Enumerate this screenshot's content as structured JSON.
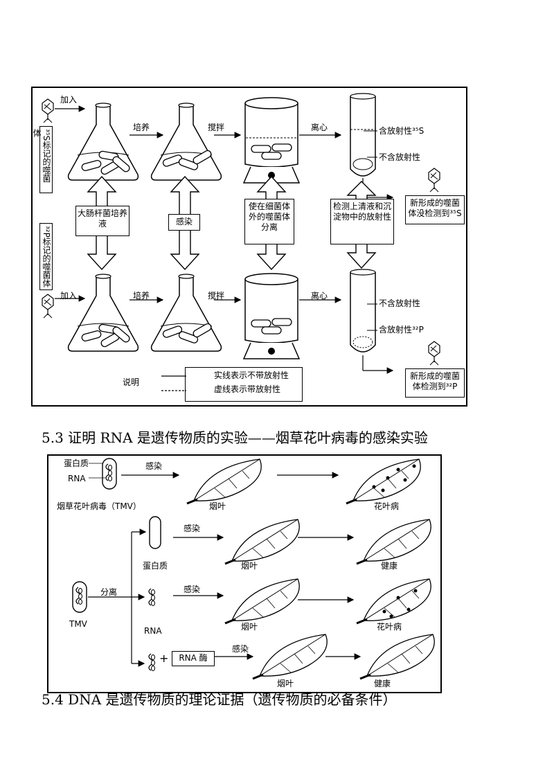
{
  "figure1": {
    "add_label": "加入",
    "phage_s_label": "³⁵S标记的噬菌体",
    "phage_p_label": "³²P标记的噬菌体",
    "culture_label": "培养",
    "stir_label": "搅拌",
    "centrifuge_label": "离心",
    "ecoli_medium": "大肠杆菌培养液",
    "infect": "感染",
    "separate": "使在细菌体外的噬菌体分离",
    "detect": "检测上清液和沉淀物中的放射性",
    "top_tube_upper": "含放射性³⁵S",
    "top_tube_lower": "不含放射性",
    "bottom_tube_upper": "不含放射性",
    "bottom_tube_lower": "含放射性³²P",
    "result_s": "新形成的噬菌体没检测到³⁵S",
    "result_p": "新形成的噬菌体检测到³²P",
    "legend_title": "说明",
    "legend_solid": "实线表示不带放射性",
    "legend_dashed": "虚线表示带放射性"
  },
  "heading_53": "5.3 证明 RNA 是遗传物质的实验——烟草花叶病毒的感染实验",
  "figure2": {
    "protein_label": "蛋白质",
    "rna_label": "RNA",
    "tmv_full": "烟草花叶病毒（TMV）",
    "infect": "感染",
    "leaf": "烟叶",
    "mosaic": "花叶病",
    "healthy": "健康",
    "separate": "分离",
    "tmv": "TMV",
    "protein_part": "蛋白质",
    "rna_part": "RNA",
    "rnase": "RNA 酶",
    "plus": "+"
  },
  "heading_54": "5.4  DNA 是遗传物质的理论证据（遗传物质的必备条件）"
}
